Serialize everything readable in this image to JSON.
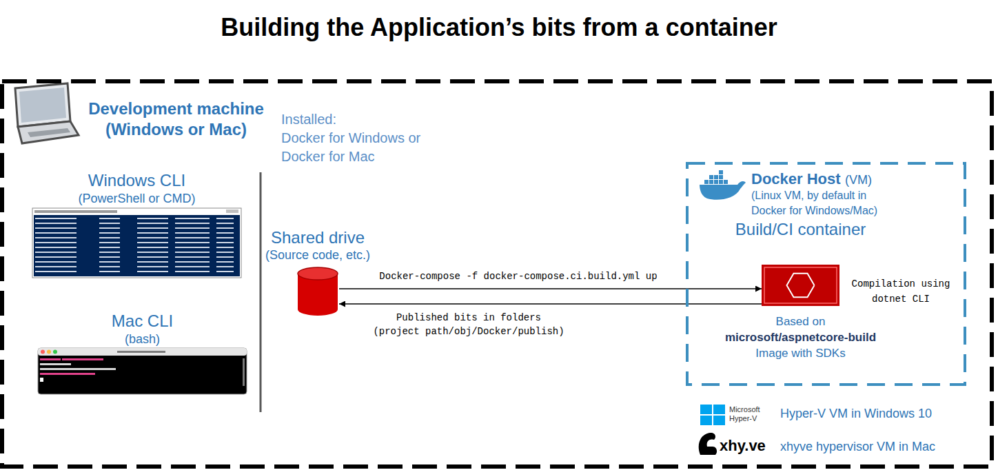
{
  "diagram": {
    "title": "Building the Application’s bits from a container",
    "nodes": [
      {
        "text": [
          "Development machine (Windows or Mac)",
          "Installed:",
          "Docker for Windows or Docker for Mac"
        ]
      },
      {
        "text": [
          "Windows CLI",
          "(PowerShell or CMD)"
        ],
        "in": 0
      },
      {
        "text": [
          "Mac CLI",
          "(bash)"
        ],
        "in": 0
      },
      {
        "text": [
          "Shared drive",
          "(Source code, etc.)"
        ],
        "in": 0
      },
      {
        "text": [
          "Docker Host",
          "(VM)",
          "(Linux VM, by default in Docker for Windows/Mac)"
        ],
        "in": 0
      },
      {
        "text": [
          "Build/CI container",
          "Based on",
          "microsoft/aspnetcore-build",
          "Image with SDKs"
        ],
        "in": 4
      }
    ],
    "edges": [
      {
        "from": 3,
        "to": 5,
        "arrow": "to",
        "label": "Docker-compose -f docker-compose.ci.build.yml up"
      },
      {
        "from": 5,
        "to": 3,
        "arrow": "to",
        "label": "Published bits in folders (project path/obj/Docker/publish)"
      }
    ],
    "labels": [
      "Compilation using dotnet CLI",
      "Microsoft Hyper-V",
      "Hyper-V VM in Windows 10",
      "xhy.ve",
      "xhyve hypervisor VM in Mac"
    ]
  }
}
